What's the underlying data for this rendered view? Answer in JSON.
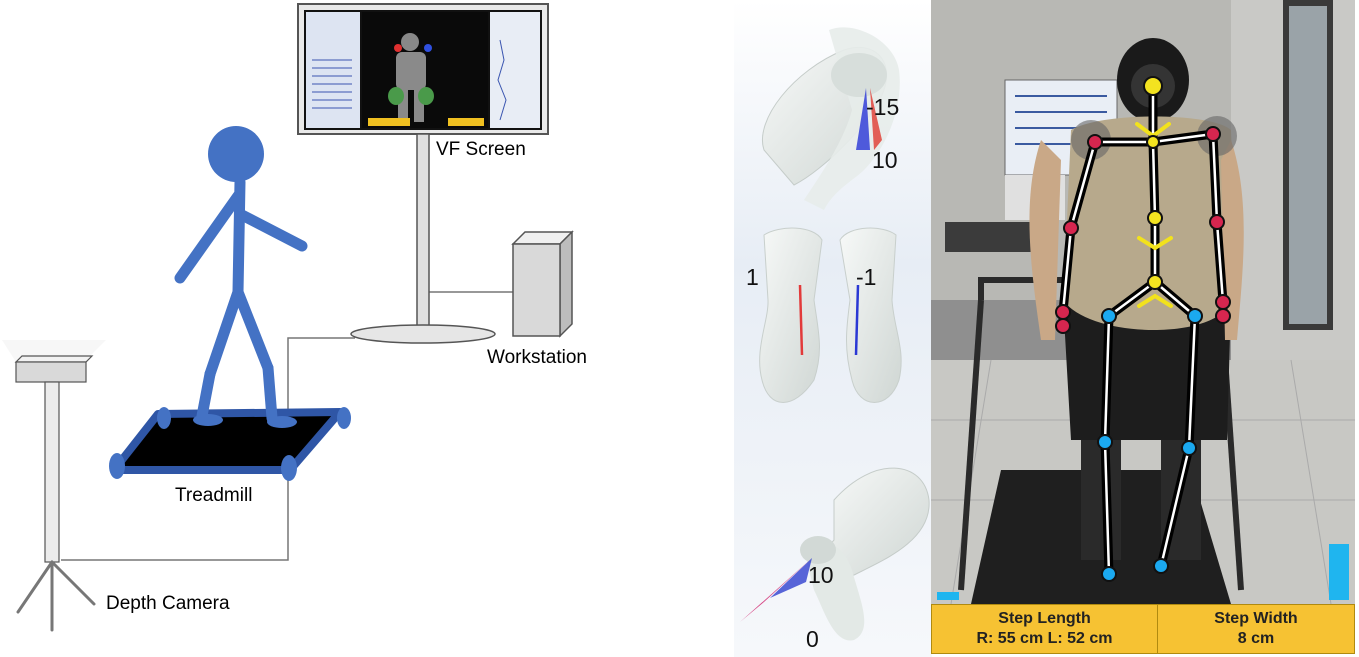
{
  "labels": {
    "vf_screen": "VF Screen",
    "workstation": "Workstation",
    "treadmill": "Treadmill",
    "depth_camera": "Depth Camera"
  },
  "angles": {
    "hip_upper": "-15",
    "hip_lower": "10",
    "knee_left": "1",
    "knee_right": "-1",
    "ankle": "10",
    "ankle_base": "0"
  },
  "gait": {
    "step_length_label": "Step Length",
    "step_length_value": "R: 55 cm L: 52 cm",
    "step_width_label": "Step Width",
    "step_width_value": "8 cm"
  },
  "colors": {
    "figure_blue": "#4472c4",
    "skeleton_joint_red": "#d6264f",
    "skeleton_joint_yellow": "#f0e020",
    "skeleton_joint_blue": "#1ba9f0",
    "info_bar": "#f6c233"
  }
}
